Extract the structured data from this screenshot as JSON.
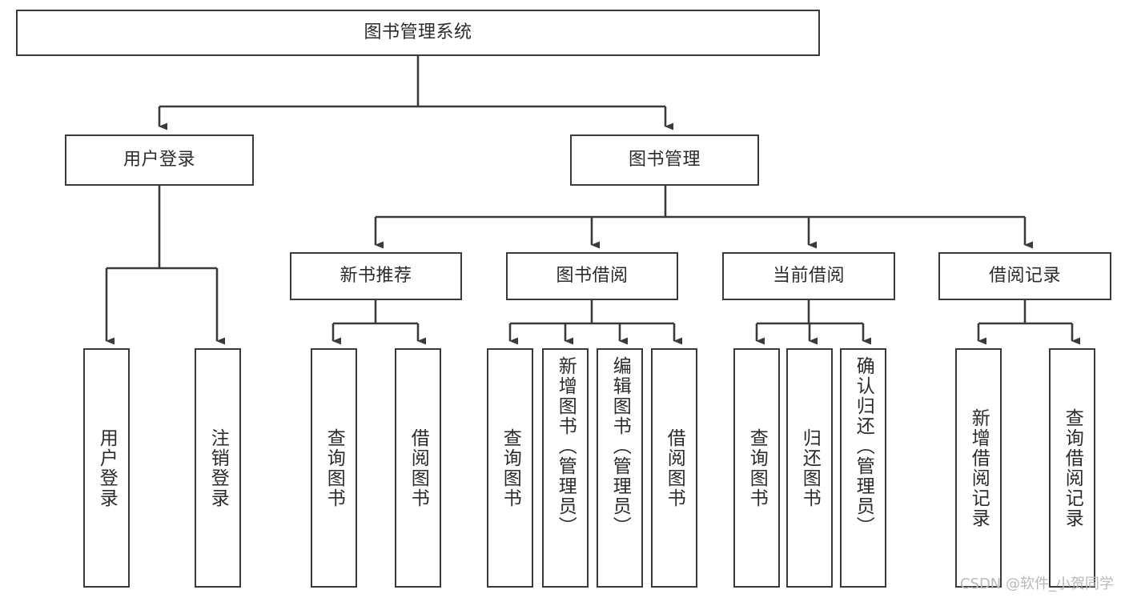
{
  "diagram": {
    "type": "tree",
    "title": "图书管理系统",
    "colors": {
      "stroke": "#3a3a3a",
      "fill": "#ffffff",
      "text": "#2b2b2b",
      "watermark": "#b9b9b9"
    },
    "watermark": "CSDN @软件_小贺同学",
    "levels": {
      "root": {
        "label": "图书管理系统"
      },
      "level2": [
        {
          "label": "用户登录"
        },
        {
          "label": "图书管理"
        }
      ],
      "level3": [
        {
          "label": "新书推荐"
        },
        {
          "label": "图书借阅"
        },
        {
          "label": "当前借阅"
        },
        {
          "label": "借阅记录"
        }
      ],
      "leaves": {
        "user_login": [
          {
            "label": "用户登录"
          },
          {
            "label": "注销登录"
          }
        ],
        "new_book_recommend": [
          {
            "label": "查询图书"
          },
          {
            "label": "借阅图书"
          }
        ],
        "book_borrow": [
          {
            "label": "查询图书"
          },
          {
            "label": "新增图书（管理员）"
          },
          {
            "label": "编辑图书（管理员）"
          },
          {
            "label": "借阅图书"
          }
        ],
        "current_borrow": [
          {
            "label": "查询图书"
          },
          {
            "label": "归还图书"
          },
          {
            "label": "确认归还（管理员）"
          }
        ],
        "borrow_records": [
          {
            "label": "新增借阅记录"
          },
          {
            "label": "查询借阅记录"
          }
        ]
      }
    }
  }
}
